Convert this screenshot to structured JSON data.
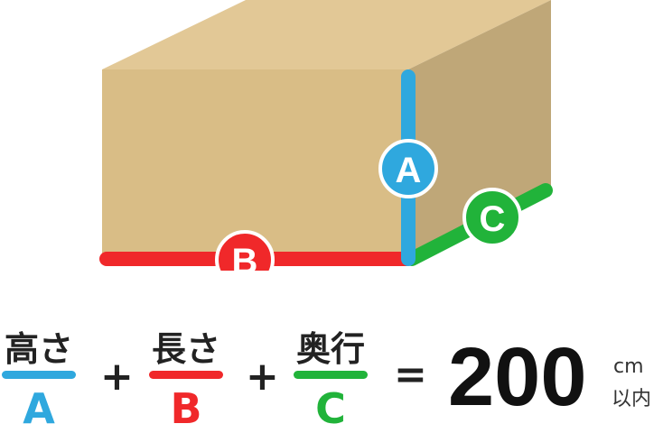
{
  "box": {
    "colors": {
      "top": "#E2C896",
      "front": "#D9BD86",
      "side": "#BFA778"
    },
    "edges": [
      {
        "letter": "A",
        "color": "#2FA8DE"
      },
      {
        "letter": "B",
        "color": "#F0282A"
      },
      {
        "letter": "C",
        "color": "#21B33A"
      }
    ]
  },
  "formula": {
    "terms": [
      {
        "label": "高さ",
        "letter": "A",
        "color": "#2FA8DE"
      },
      {
        "label": "長さ",
        "letter": "B",
        "color": "#F0282A"
      },
      {
        "label": "奥行",
        "letter": "C",
        "color": "#21B33A"
      }
    ],
    "plus": "+",
    "equals": "=",
    "total": "200",
    "unit": "cm",
    "unit_note": "以内"
  }
}
